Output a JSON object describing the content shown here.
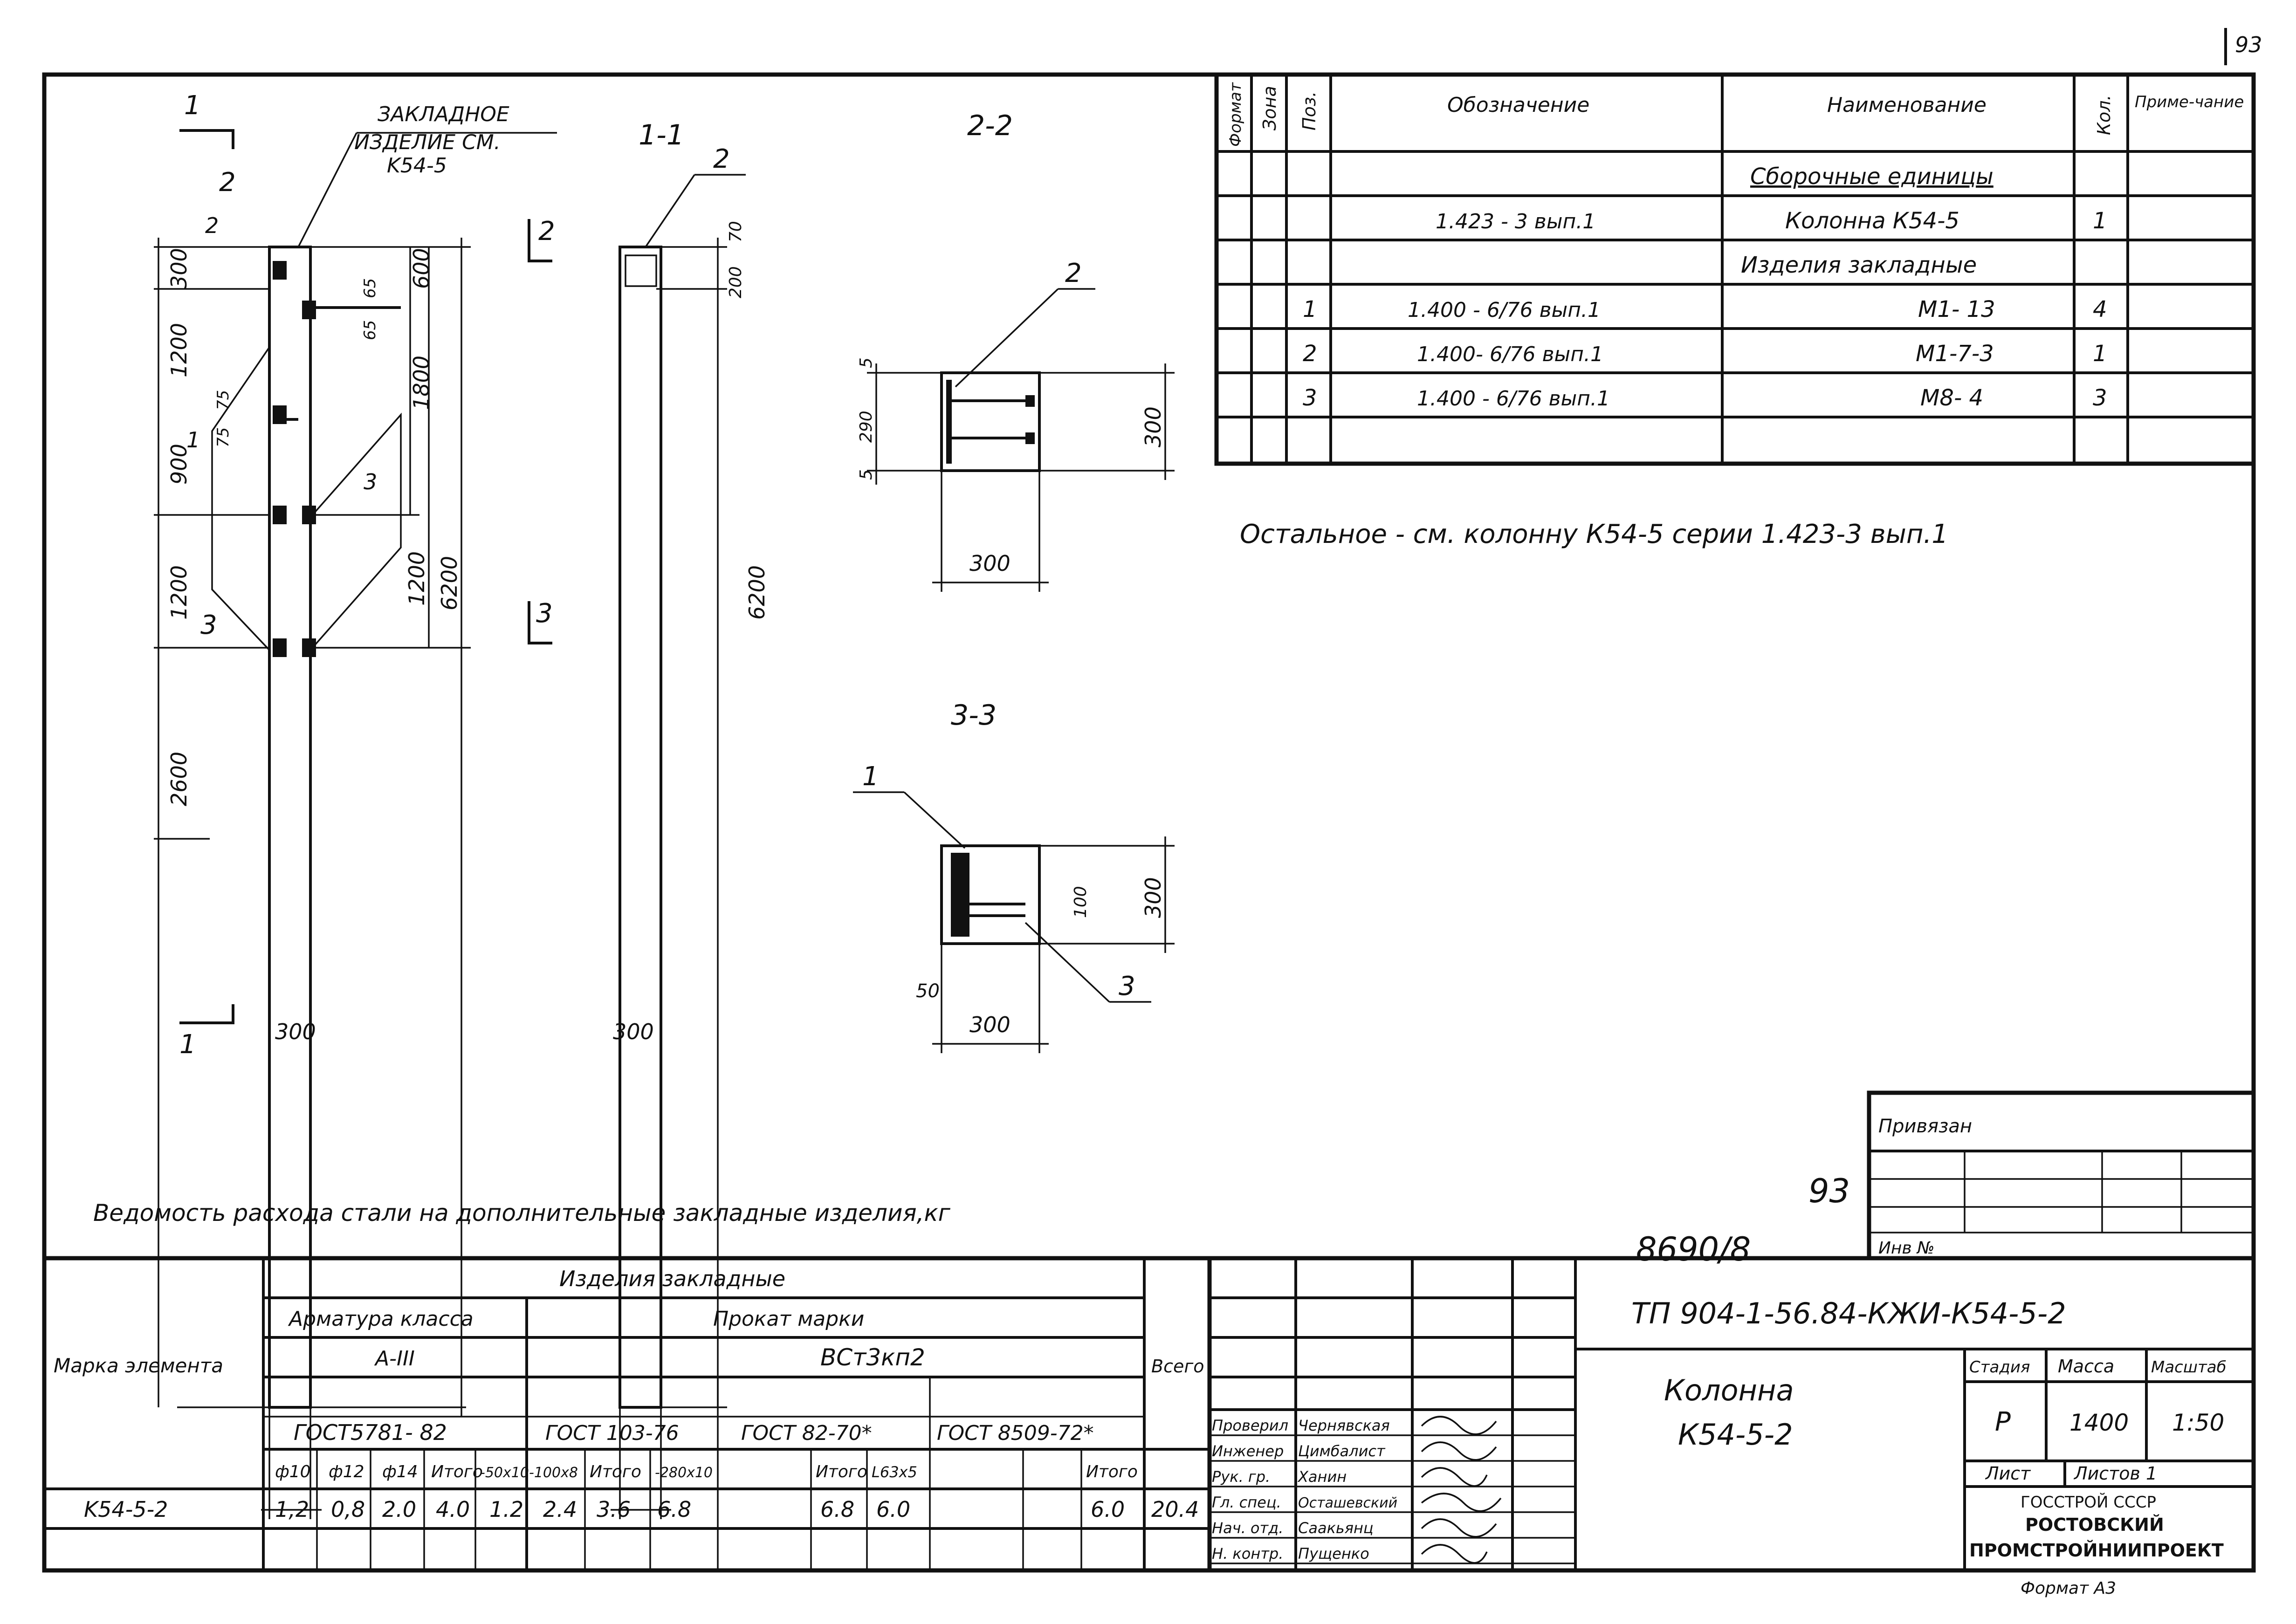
{
  "page_number": "93",
  "section_labels": {
    "cut_1_top": "1",
    "cut_1_bottom": "1",
    "cut_2": "2",
    "cut_3": "3",
    "view_1_1": "1-1",
    "view_2_2": "2-2",
    "view_3_3": "3-3"
  },
  "callout_embedded": [
    "ЗАКЛАДНОЕ",
    "ИЗДЕЛИЕ СМ.",
    "K54-5"
  ],
  "elevation_dims": {
    "left": [
      "300",
      "1200",
      "900",
      "1200",
      "2600"
    ],
    "small": [
      "75",
      "75",
      "65",
      "65"
    ],
    "right": [
      "600",
      "1800",
      "1200",
      "6200"
    ],
    "width": "300",
    "position_marks": [
      "2",
      "1",
      "3",
      "2",
      "3"
    ]
  },
  "view_1_1_dims": {
    "height": "6200",
    "top": "200",
    "top2": "70",
    "width": "300",
    "mark": "2"
  },
  "view_2_2_dims": {
    "a": "5",
    "b": "290",
    "c": "5",
    "height": "300",
    "width": "300",
    "mark": "2"
  },
  "view_3_3_dims": {
    "height": "300",
    "inner": "100",
    "offset": "50",
    "width": "300",
    "mark1": "1",
    "mark3": "3"
  },
  "spec_table": {
    "headers": [
      "Формат",
      "Зона",
      "Поз.",
      "Обозначение",
      "Наименование",
      "Кол.",
      "Приме-чание"
    ],
    "rows": [
      {
        "pos": "",
        "designation": "",
        "name": "Сборочные единицы",
        "qty": ""
      },
      {
        "pos": "",
        "designation": "1.423 - 3 вып.1",
        "name": "Колонна К54-5",
        "qty": "1"
      },
      {
        "pos": "",
        "designation": "",
        "name": "Изделия закладные",
        "qty": ""
      },
      {
        "pos": "1",
        "designation": "1.400 - 6/76 вып.1",
        "name": "М1- 13",
        "qty": "4"
      },
      {
        "pos": "2",
        "designation": "1.400- 6/76 вып.1",
        "name": "М1-7-3",
        "qty": "1"
      },
      {
        "pos": "3",
        "designation": "1.400 - 6/76 вып.1",
        "name": "М8- 4",
        "qty": "3"
      },
      {
        "pos": "",
        "designation": "",
        "name": "",
        "qty": ""
      }
    ]
  },
  "note": "Остальное - см. колонну К54-5 серии 1.423-3 вып.1",
  "steel_title": "Ведомость расхода стали на дополнительные закладные изделия,кг",
  "steel_table": {
    "mark_header": "Марка элемента",
    "group_header": "Изделия закладные",
    "armatura": "Арматура класса",
    "armatura_class": "А-III",
    "armatura_gost": "ГОСТ5781- 82",
    "prokat": "Прокат марки",
    "prokat_mark": "ВСт3кп2",
    "gost_a": "ГОСТ 103-76",
    "gost_b": "ГОСТ 82-70*",
    "gost_c": "ГОСТ 8509-72*",
    "total_header": "Всего",
    "cols": [
      "ф10",
      "ф12",
      "ф14",
      "Итого",
      "-50х10",
      "-100х8",
      "Итого",
      "-280х10",
      "",
      "Итого",
      "L63х5",
      "",
      "Итого"
    ],
    "row_mark": "K54-5-2",
    "values": [
      "1,2",
      "0,8",
      "2.0",
      "4.0",
      "1.2",
      "2.4",
      "3.6",
      "6.8",
      "",
      "6.8",
      "6.0",
      "",
      "6.0"
    ],
    "total": "20.4"
  },
  "numbers": {
    "sheet": "93",
    "inv": "8690/8"
  },
  "privyazan": "Привязан",
  "inv_label": "Инв №",
  "title_block": {
    "code": "ТП 904-1-56.84-КЖИ-К54-5-2",
    "name1": "Колонна",
    "name2": "К54-5-2",
    "stage_h": "Стадия",
    "mass_h": "Масса",
    "scale_h": "Масштаб",
    "stage": "Р",
    "mass": "1400",
    "scale": "1:50",
    "sheet_h": "Лист",
    "sheets_h": "Листов 1",
    "org1": "ГОССТРОЙ СССР",
    "org2": "РОСТОВСКИЙ",
    "org3": "ПРОМСТРОЙНИИПРОЕКТ",
    "format": "Формат А3",
    "roles": [
      {
        "role": "Проверил",
        "name": "Чернявская"
      },
      {
        "role": "Инженер",
        "name": "Цимбалист"
      },
      {
        "role": "Рук. гр.",
        "name": "Ханин"
      },
      {
        "role": "Гл. спец.",
        "name": "Осташевский"
      },
      {
        "role": "Нач. отд.",
        "name": "Саакьянц"
      },
      {
        "role": "Н. контр.",
        "name": "Пущенко"
      }
    ]
  }
}
